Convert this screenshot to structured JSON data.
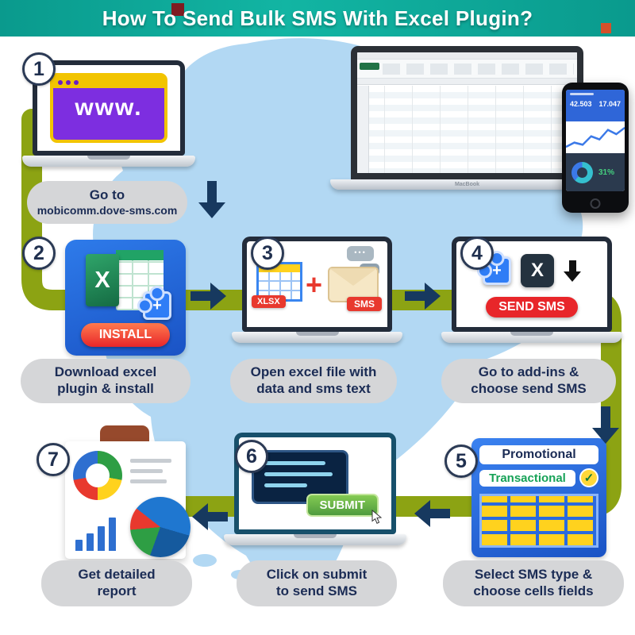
{
  "header": {
    "title": "How To Send Bulk SMS With Excel Plugin?"
  },
  "hero": {
    "device_label": "MacBook",
    "phone": {
      "stat1": "42.503",
      "stat2": "17.047",
      "donut_value": "31%"
    }
  },
  "steps": [
    {
      "number": "1",
      "line1": "Go to",
      "line2": "mobicomm.dove-sms.com",
      "www_text": "www."
    },
    {
      "number": "2",
      "line1": "Download excel",
      "line2": "plugin & install",
      "button": "INSTALL",
      "excel_letter": "X",
      "plus": "+"
    },
    {
      "number": "3",
      "line1": "Open excel file with",
      "line2": "data and sms text",
      "file_badge": "XLSX",
      "sms_badge": "SMS",
      "plus": "+"
    },
    {
      "number": "4",
      "line1": "Go to add-ins &",
      "line2": "choose send SMS",
      "button": "SEND SMS",
      "excel_letter": "X",
      "plus": "+"
    },
    {
      "number": "5",
      "line1": "Select SMS type &",
      "line2": "choose cells fields",
      "option1": "Promotional",
      "option2": "Transactional",
      "check": "✓"
    },
    {
      "number": "6",
      "line1": "Click on submit",
      "line2": "to send SMS",
      "button": "SUBMIT"
    },
    {
      "number": "7",
      "line1": "Get detailed",
      "line2": "report"
    }
  ],
  "colors": {
    "header_teal": "#0ea99a",
    "flow_green": "#8ca313",
    "arrow_navy": "#17395f",
    "map_blue": "#b2d8f3",
    "accent_blue": "#2a6ade",
    "accent_red": "#e8392e",
    "excel_green": "#21a366",
    "cell_yellow": "#ffd21e"
  }
}
